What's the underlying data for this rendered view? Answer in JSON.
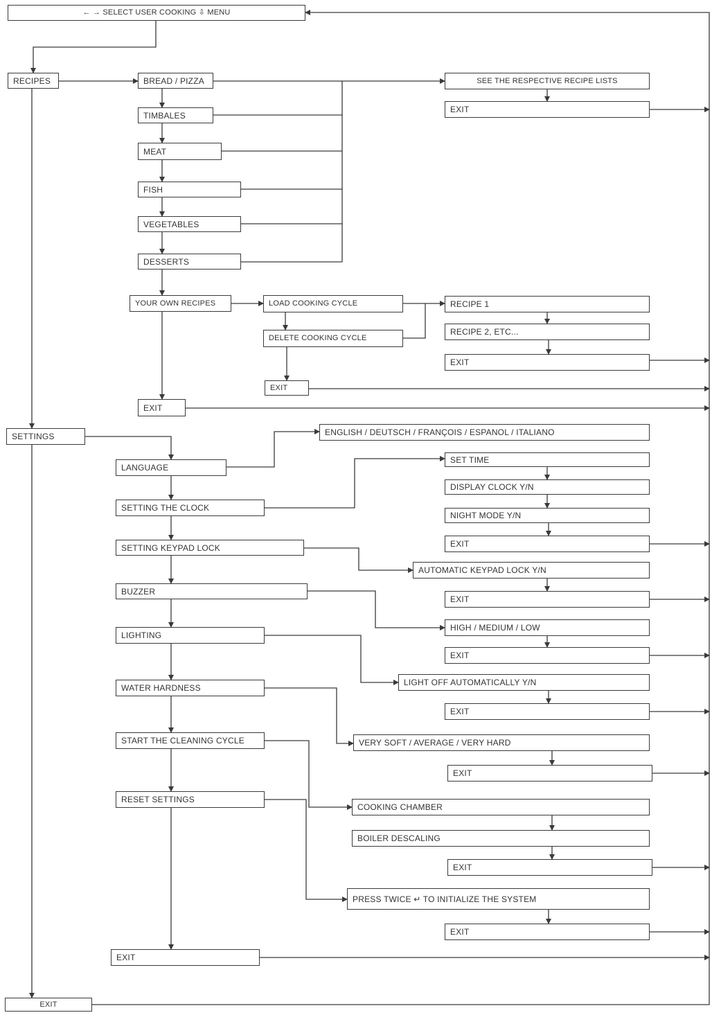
{
  "header": {
    "label": "← → SELECT USER COOKING     ⇩ MENU"
  },
  "recipes": {
    "label": "RECIPES",
    "bread_pizza": "BREAD / PIZZA",
    "timbales": "TIMBALES",
    "meat": "MEAT",
    "fish": "FISH",
    "vegetables": "VEGETABLES",
    "desserts": "DESSERTS",
    "own": "YOUR OWN RECIPES",
    "load": "LOAD COOKING CYCLE",
    "delete": "DELETE COOKING CYCLE",
    "recipe_lists": "SEE THE RESPECTIVE RECIPE LISTS",
    "recipe1": "RECIPE 1",
    "recipe2": "RECIPE 2, ETC...",
    "exit": "EXIT"
  },
  "settings": {
    "label": "SETTINGS",
    "language": "LANGUAGE",
    "language_options": "ENGLISH / DEUTSCH / FRANÇOIS / ESPANOL / ITALIANO",
    "clock": "SETTING THE CLOCK",
    "set_time": "SET TIME",
    "display_clock": "DISPLAY CLOCK  Y/N",
    "night_mode": "NIGHT MODE  Y/N",
    "keypad": "SETTING KEYPAD LOCK",
    "auto_keypad": "AUTOMATIC KEYPAD LOCK  Y/N",
    "buzzer": "BUZZER",
    "buzzer_levels": "HIGH / MEDIUM / LOW",
    "lighting": "LIGHTING",
    "light_off": "LIGHT OFF AUTOMATICALLY Y/N",
    "water": "WATER HARDNESS",
    "water_levels": "VERY SOFT / AVERAGE / VERY HARD",
    "cleaning": "START THE CLEANING CYCLE",
    "chamber": "COOKING CHAMBER",
    "boiler": "BOILER DESCALING",
    "reset": "RESET SETTINGS",
    "press_twice": "PRESS TWICE ↵  TO INITIALIZE THE SYSTEM",
    "exit": "EXIT"
  },
  "main_exit": "EXIT",
  "colors": {
    "line": "#3a3a3a",
    "text": "#333333",
    "background": "#ffffff"
  }
}
